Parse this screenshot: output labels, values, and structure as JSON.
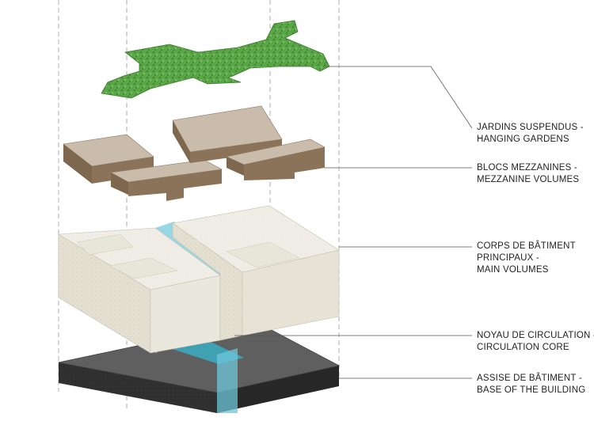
{
  "labels": {
    "gardens": {
      "line1": "JARDINS SUSPENDUS  -",
      "line2": "HANGING GARDENS"
    },
    "mezzanines": {
      "line1": "BLOCS MEZZANINES -",
      "line2": "MEZZANINE VOLUMES"
    },
    "main": {
      "line1": "CORPS DE  BÂTIMENT",
      "line2": "PRINCIPAUX -",
      "line3": "MAIN VOLUMES"
    },
    "core": {
      "line1": "NOYAU DE CIRCULATION -",
      "line2": "CIRCULATION CORE"
    },
    "base": {
      "line1": "ASSISE DE BÂTIMENT -",
      "line2": "BASE OF THE BUILDING"
    }
  },
  "colors": {
    "garden": "#5aa646",
    "mezzanine_top": "#c9bcab",
    "mezzanine_side": "#7e674f",
    "main_top": "#efede4",
    "main_side": "#e4e0d3",
    "core": "#6fc6d8",
    "base_top": "#5e5e5e",
    "base_side": "#2f2f2f"
  }
}
